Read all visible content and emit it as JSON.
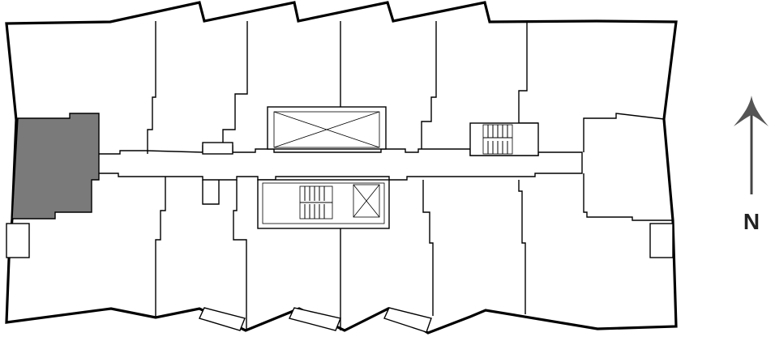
{
  "compass": {
    "label": "N",
    "direction": "north",
    "icon": "north-arrow-icon"
  },
  "highlight": {
    "unit": "west-end-unit",
    "color": "#7a7a7a"
  },
  "colors": {
    "walls": "#000000",
    "background": "#ffffff",
    "arrow": "#555555"
  }
}
